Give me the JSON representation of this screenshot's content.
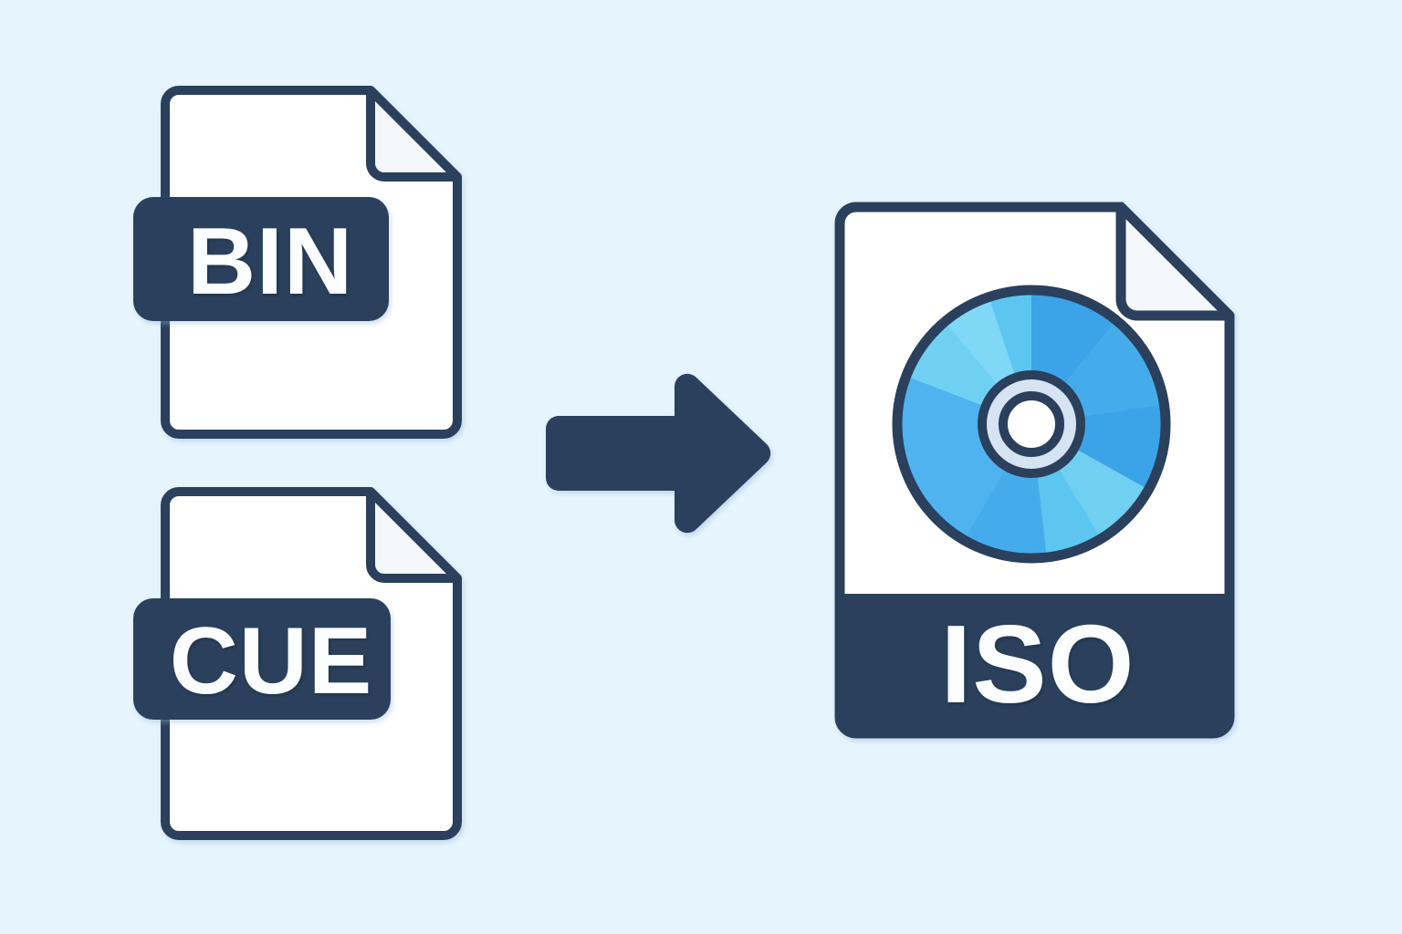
{
  "scene": {
    "title": "BIN and CUE to ISO conversion illustration",
    "background_color": "#e6f4fd",
    "ink_color": "#2c415c",
    "paper_color": "#ffffff",
    "fold_color": "#f4f7fb"
  },
  "source_files": [
    {
      "id": "bin",
      "label": "BIN",
      "badge_color": "#2c415c",
      "label_color": "#fbfdff"
    },
    {
      "id": "cue",
      "label": "CUE",
      "badge_color": "#2c415c",
      "label_color": "#fbfdff"
    }
  ],
  "arrow": {
    "direction": "right",
    "color": "#2c415c"
  },
  "target_file": {
    "id": "iso",
    "label": "ISO",
    "band_color": "#2c415c",
    "label_color": "#fbfdff",
    "disc": {
      "rim_color": "#2c415c",
      "surface_colors": [
        "#4fb3ef",
        "#3aa3e8",
        "#6fd0f2",
        "#5cc6f0",
        "#45acec",
        "#7fd8f5"
      ],
      "hub_ring_color": "#d5e3f3",
      "hub_inner_color": "#e8f1fa",
      "hole_color": "#ffffff"
    }
  }
}
